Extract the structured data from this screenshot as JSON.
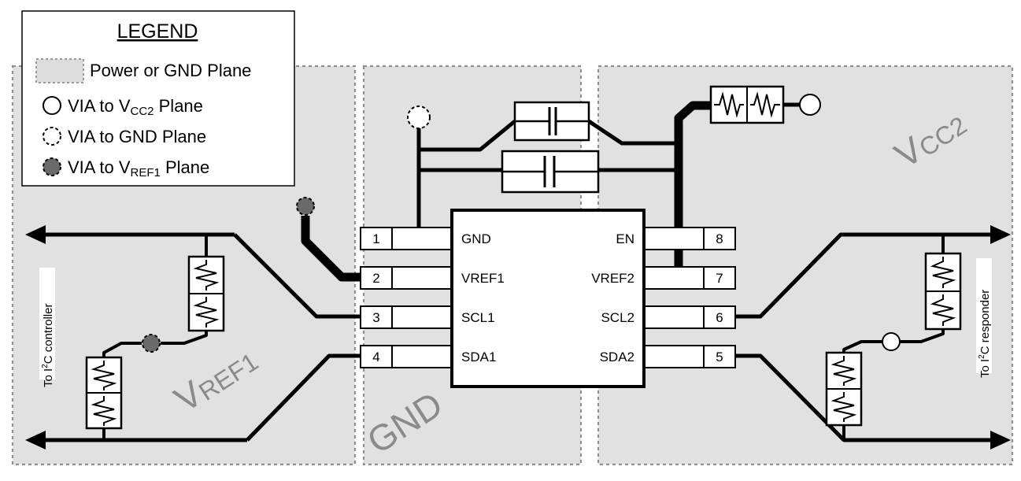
{
  "legend": {
    "title": "LEGEND",
    "items": [
      {
        "symbol": "plane-swatch",
        "label": "Power or GND Plane"
      },
      {
        "symbol": "solid-circle",
        "label_main": "VIA to V",
        "label_sub": "CC2",
        "label_tail": " Plane"
      },
      {
        "symbol": "dashed-circle",
        "label_main": "VIA to GND Plane",
        "label_sub": "",
        "label_tail": ""
      },
      {
        "symbol": "filled-grey-circle",
        "label_main": "VIA to V",
        "label_sub": "REF1",
        "label_tail": " Plane"
      }
    ]
  },
  "planes": {
    "left": {
      "label_main": "V",
      "label_sub": "REF1"
    },
    "center": {
      "label": "GND"
    },
    "right": {
      "label_main": "V",
      "label_sub": "CC2"
    }
  },
  "ic": {
    "pins_left": [
      {
        "num": "1",
        "label": "GND"
      },
      {
        "num": "2",
        "label": "VREF1"
      },
      {
        "num": "3",
        "label": "SCL1"
      },
      {
        "num": "4",
        "label": "SDA1"
      }
    ],
    "pins_right": [
      {
        "num": "8",
        "label": "EN"
      },
      {
        "num": "7",
        "label": "VREF2"
      },
      {
        "num": "6",
        "label": "SCL2"
      },
      {
        "num": "5",
        "label": "SDA2"
      }
    ]
  },
  "side_labels": {
    "left": {
      "pre": "To I",
      "sup": "2",
      "post": "C  controller"
    },
    "right": {
      "pre": "To I",
      "sup": "2",
      "post": "C  responder"
    }
  },
  "colors": {
    "plane_fill": "#e1e1e1",
    "plane_border": "#8f8f8f",
    "trace": "#000000",
    "vref1_via": "#6a6a6a"
  }
}
